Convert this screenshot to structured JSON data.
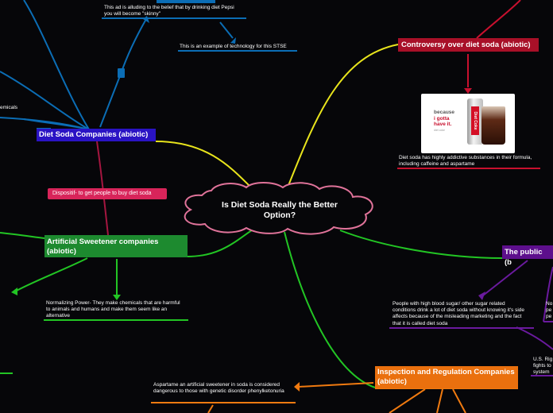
{
  "central": {
    "title": "Is Diet Soda Really the Better Option?"
  },
  "branches": {
    "diet_soda_companies": {
      "title": "Diet Soda Companies (abiotic)",
      "notes": [
        "This ad is alluding to the belief that by drinking diet Pepsi you will become \"skinny\"",
        "This is an example of technology for this STSE",
        "emicals"
      ],
      "pill": "Dispositif- to get people to buy diet soda"
    },
    "controversy": {
      "title": "Controversy over diet soda (abiotic)",
      "notes": [
        "Diet soda has highly addictive substances in their formula, including caffeine and aspartame"
      ],
      "image": {
        "can_label": "Diet Coke",
        "tagline_lines": [
          "because",
          "i gotta",
          "have it."
        ],
        "small_text": "diet coke"
      }
    },
    "artificial_sweetener": {
      "title": "Artificial Sweetener companies (abiotic)",
      "notes": [
        "Normalizing Power- They make chemicals that are harmful to animals and humans and make them seem like an alternative"
      ]
    },
    "the_public": {
      "title": "The public (b",
      "notes": [
        "People with high blood sugar/ other sugar related conditions drink a lot of diet soda without knowing it's side affects because of the misleading marketing and the fact that it is called diet soda",
        "No",
        "pe",
        "pe",
        "U.S. Rig",
        "fights to",
        "system"
      ]
    },
    "inspection": {
      "title": "Inspection and Regulation Companies (abiotic)",
      "notes": [
        "Aspartame an artificial sweetener in soda is considered dangerous to those with genetic disorder phenylketonuria"
      ]
    }
  },
  "colors": {
    "background": "#060609",
    "central_border": "#e0739a",
    "blue": "#0b6db5",
    "yellow": "#e8e41c",
    "green": "#22c524",
    "crimson": "#a51640",
    "purple": "#6a1a9e",
    "orange": "#f07a10",
    "red_branch": "#c8102e",
    "pill": "#d8245a"
  }
}
